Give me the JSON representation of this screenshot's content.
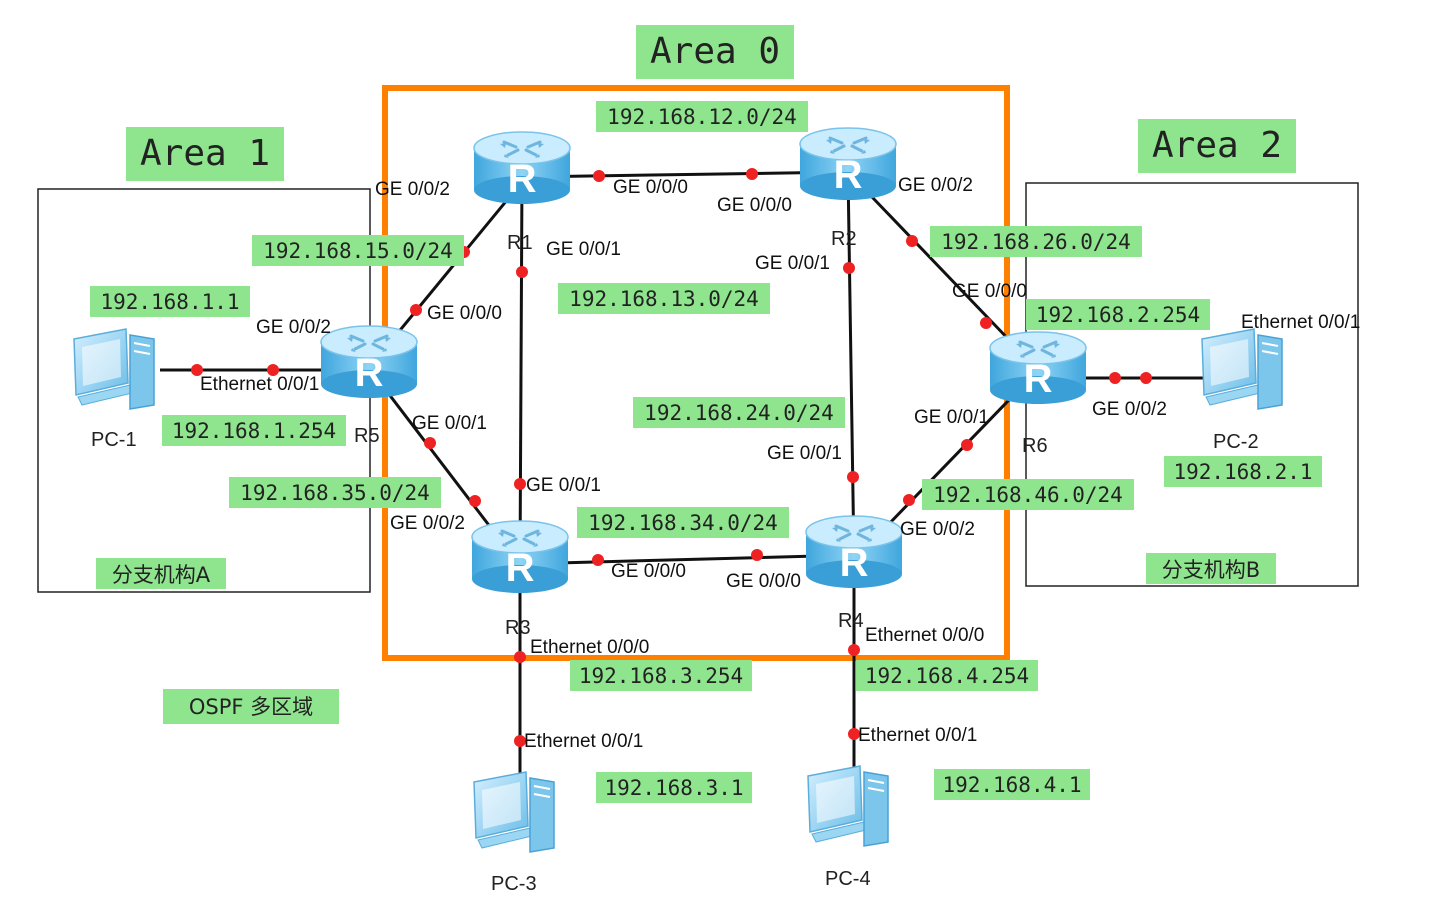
{
  "areas": {
    "area0": "Area 0",
    "area1": "Area 1",
    "area2": "Area 2"
  },
  "branches": {
    "a": "分支机构A",
    "b": "分支机构B"
  },
  "caption": "OSPF 多区域",
  "devices": {
    "r1": "R1",
    "r2": "R2",
    "r3": "R3",
    "r4": "R4",
    "r5": "R5",
    "r6": "R6",
    "pc1": "PC-1",
    "pc2": "PC-2",
    "pc3": "PC-3",
    "pc4": "PC-4",
    "router_glyph": "R"
  },
  "networks": {
    "n12": "192.168.12.0/24",
    "n15": "192.168.15.0/24",
    "n13": "192.168.13.0/24",
    "n26": "192.168.26.0/24",
    "n24": "192.168.24.0/24",
    "n35": "192.168.35.0/24",
    "n34": "192.168.34.0/24",
    "n46": "192.168.46.0/24"
  },
  "addresses": {
    "pc1": "192.168.1.1",
    "r5_gw": "192.168.1.254",
    "r6_gw": "192.168.2.254",
    "pc2": "192.168.2.1",
    "r3_gw": "192.168.3.254",
    "r4_gw": "192.168.4.254",
    "pc3": "192.168.3.1",
    "pc4": "192.168.4.1"
  },
  "ports": {
    "r1_g2": "GE 0/0/2",
    "r1_g0": "GE 0/0/0",
    "r1_g1": "GE 0/0/1",
    "r2_g0": "GE 0/0/0",
    "r2_g2": "GE 0/0/2",
    "r2_g1": "GE 0/0/1",
    "r5_g2": "GE 0/0/2",
    "r5_g0": "GE 0/0/0",
    "r5_g1": "GE 0/0/1",
    "pc1_e": "Ethernet 0/0/1",
    "r6_g0": "GE 0/0/0",
    "r6_g1": "GE 0/0/1",
    "r6_g2": "GE 0/0/2",
    "pc2_e": "Ethernet 0/0/1",
    "r3_g1": "GE 0/0/1",
    "r3_g2": "GE 0/0/2",
    "r3_g0": "GE 0/0/0",
    "r3_e": "Ethernet 0/0/0",
    "r4_g1": "GE 0/0/1",
    "r4_g2": "GE 0/0/2",
    "r4_g0": "GE 0/0/0",
    "r4_e": "Ethernet 0/0/0",
    "pc3_e": "Ethernet 0/0/1",
    "pc4_e": "Ethernet 0/0/1"
  },
  "colors": {
    "label_bg": "#8ee58e",
    "area0_border": "#ff7f00",
    "link": "#111111",
    "port_dot": "#ee2222",
    "router_top": "#d8f2ff",
    "router_body": "#5ab7e8",
    "pc_body": "#8fcfef"
  }
}
